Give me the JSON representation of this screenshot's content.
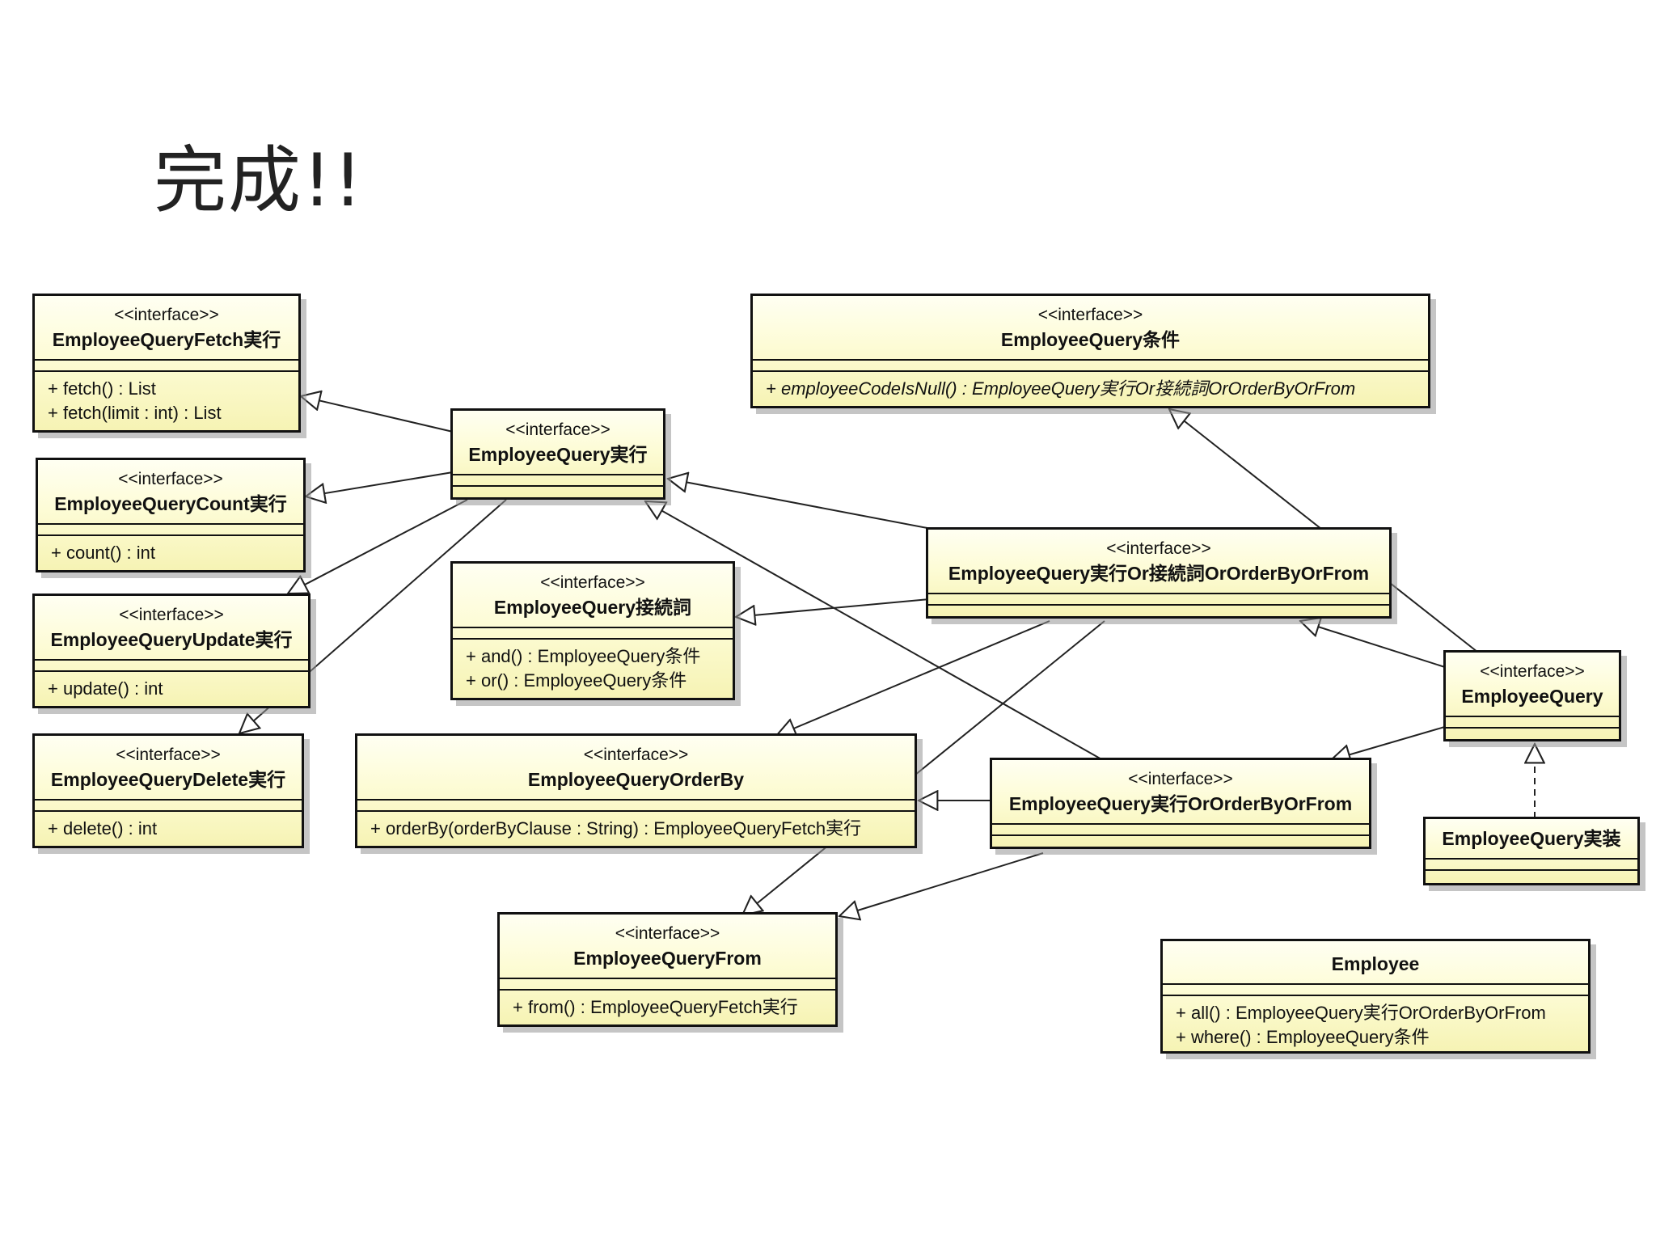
{
  "slide": {
    "title": "完成!!"
  },
  "classes": {
    "fetch": {
      "stereotype": "<<interface>>",
      "name": "EmployeeQueryFetch実行",
      "ops": [
        "+ fetch() : List",
        "+ fetch(limit : int) : List"
      ]
    },
    "count": {
      "stereotype": "<<interface>>",
      "name": "EmployeeQueryCount実行",
      "ops": [
        "+ count() : int"
      ]
    },
    "update": {
      "stereotype": "<<interface>>",
      "name": "EmployeeQueryUpdate実行",
      "ops": [
        "+ update() : int"
      ]
    },
    "delete": {
      "stereotype": "<<interface>>",
      "name": "EmployeeQueryDelete実行",
      "ops": [
        "+ delete() : int"
      ]
    },
    "jikko": {
      "stereotype": "<<interface>>",
      "name": "EmployeeQuery実行"
    },
    "setsuzoku": {
      "stereotype": "<<interface>>",
      "name": "EmployeeQuery接続詞",
      "ops": [
        "+ and() : EmployeeQuery条件",
        "+ or() : EmployeeQuery条件"
      ]
    },
    "orderby": {
      "stereotype": "<<interface>>",
      "name": "EmployeeQueryOrderBy",
      "ops": [
        "+ orderBy(orderByClause : String) : EmployeeQueryFetch実行"
      ]
    },
    "from": {
      "stereotype": "<<interface>>",
      "name": "EmployeeQueryFrom",
      "ops": [
        "+ from() : EmployeeQueryFetch実行"
      ]
    },
    "joken": {
      "stereotype": "<<interface>>",
      "name": "EmployeeQuery条件",
      "ops": [
        "+ employeeCodeIsNull() : EmployeeQuery実行Or接続詞OrOrderByOrFrom"
      ]
    },
    "combo1": {
      "stereotype": "<<interface>>",
      "name": "EmployeeQuery実行Or接続詞OrOrderByOrFrom"
    },
    "combo2": {
      "stereotype": "<<interface>>",
      "name": "EmployeeQuery実行OrOrderByOrFrom"
    },
    "eq": {
      "stereotype": "<<interface>>",
      "name": "EmployeeQuery"
    },
    "impl": {
      "name": "EmployeeQuery実装"
    },
    "employee": {
      "name": "Employee",
      "ops": [
        "+ all() : EmployeeQuery実行OrOrderByOrFrom",
        "+ where() : EmployeeQuery条件"
      ]
    }
  },
  "relations": [
    {
      "from": "jikko",
      "to": "fetch",
      "type": "generalization"
    },
    {
      "from": "jikko",
      "to": "count",
      "type": "generalization"
    },
    {
      "from": "jikko",
      "to": "update",
      "type": "generalization"
    },
    {
      "from": "jikko",
      "to": "delete",
      "type": "generalization"
    },
    {
      "from": "combo1",
      "to": "jikko",
      "type": "generalization"
    },
    {
      "from": "combo1",
      "to": "setsuzoku",
      "type": "generalization"
    },
    {
      "from": "combo1",
      "to": "orderby",
      "type": "generalization"
    },
    {
      "from": "combo1",
      "to": "from",
      "type": "generalization"
    },
    {
      "from": "combo2",
      "to": "jikko",
      "type": "generalization"
    },
    {
      "from": "combo2",
      "to": "orderby",
      "type": "generalization"
    },
    {
      "from": "combo2",
      "to": "from",
      "type": "generalization"
    },
    {
      "from": "eq",
      "to": "joken",
      "type": "generalization"
    },
    {
      "from": "eq",
      "to": "combo1",
      "type": "generalization"
    },
    {
      "from": "eq",
      "to": "combo2",
      "type": "generalization"
    },
    {
      "from": "impl",
      "to": "eq",
      "type": "realization"
    }
  ]
}
